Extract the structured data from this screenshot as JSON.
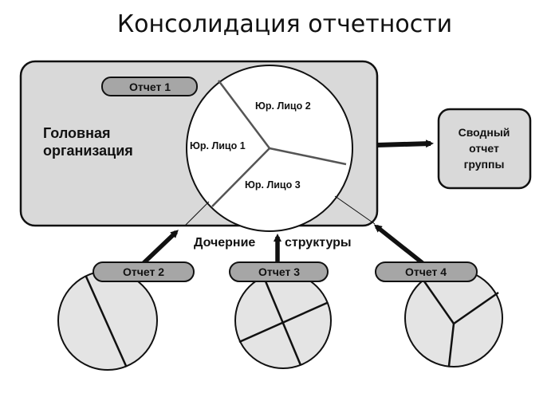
{
  "title": "Консолидация отчетности",
  "head_org": {
    "label_line1": "Головная",
    "label_line2": "организация",
    "report_tag": "Отчет 1",
    "slices": [
      "Юр. Лицо 1",
      "Юр. Лицо 2",
      "Юр. Лицо 3"
    ]
  },
  "summary": {
    "line1": "Сводный",
    "line2": "отчет",
    "line3": "группы"
  },
  "subsidiaries": {
    "label_part1": "Дочерние",
    "label_part2": "структуры",
    "reports": [
      "Отчет 2",
      "Отчет 3",
      "Отчет 4"
    ]
  },
  "colors": {
    "panel_fill": "#d9d9d9",
    "tag_fill": "#a6a6a6",
    "circle_fill": "#e4e4e4",
    "line": "#111111"
  }
}
